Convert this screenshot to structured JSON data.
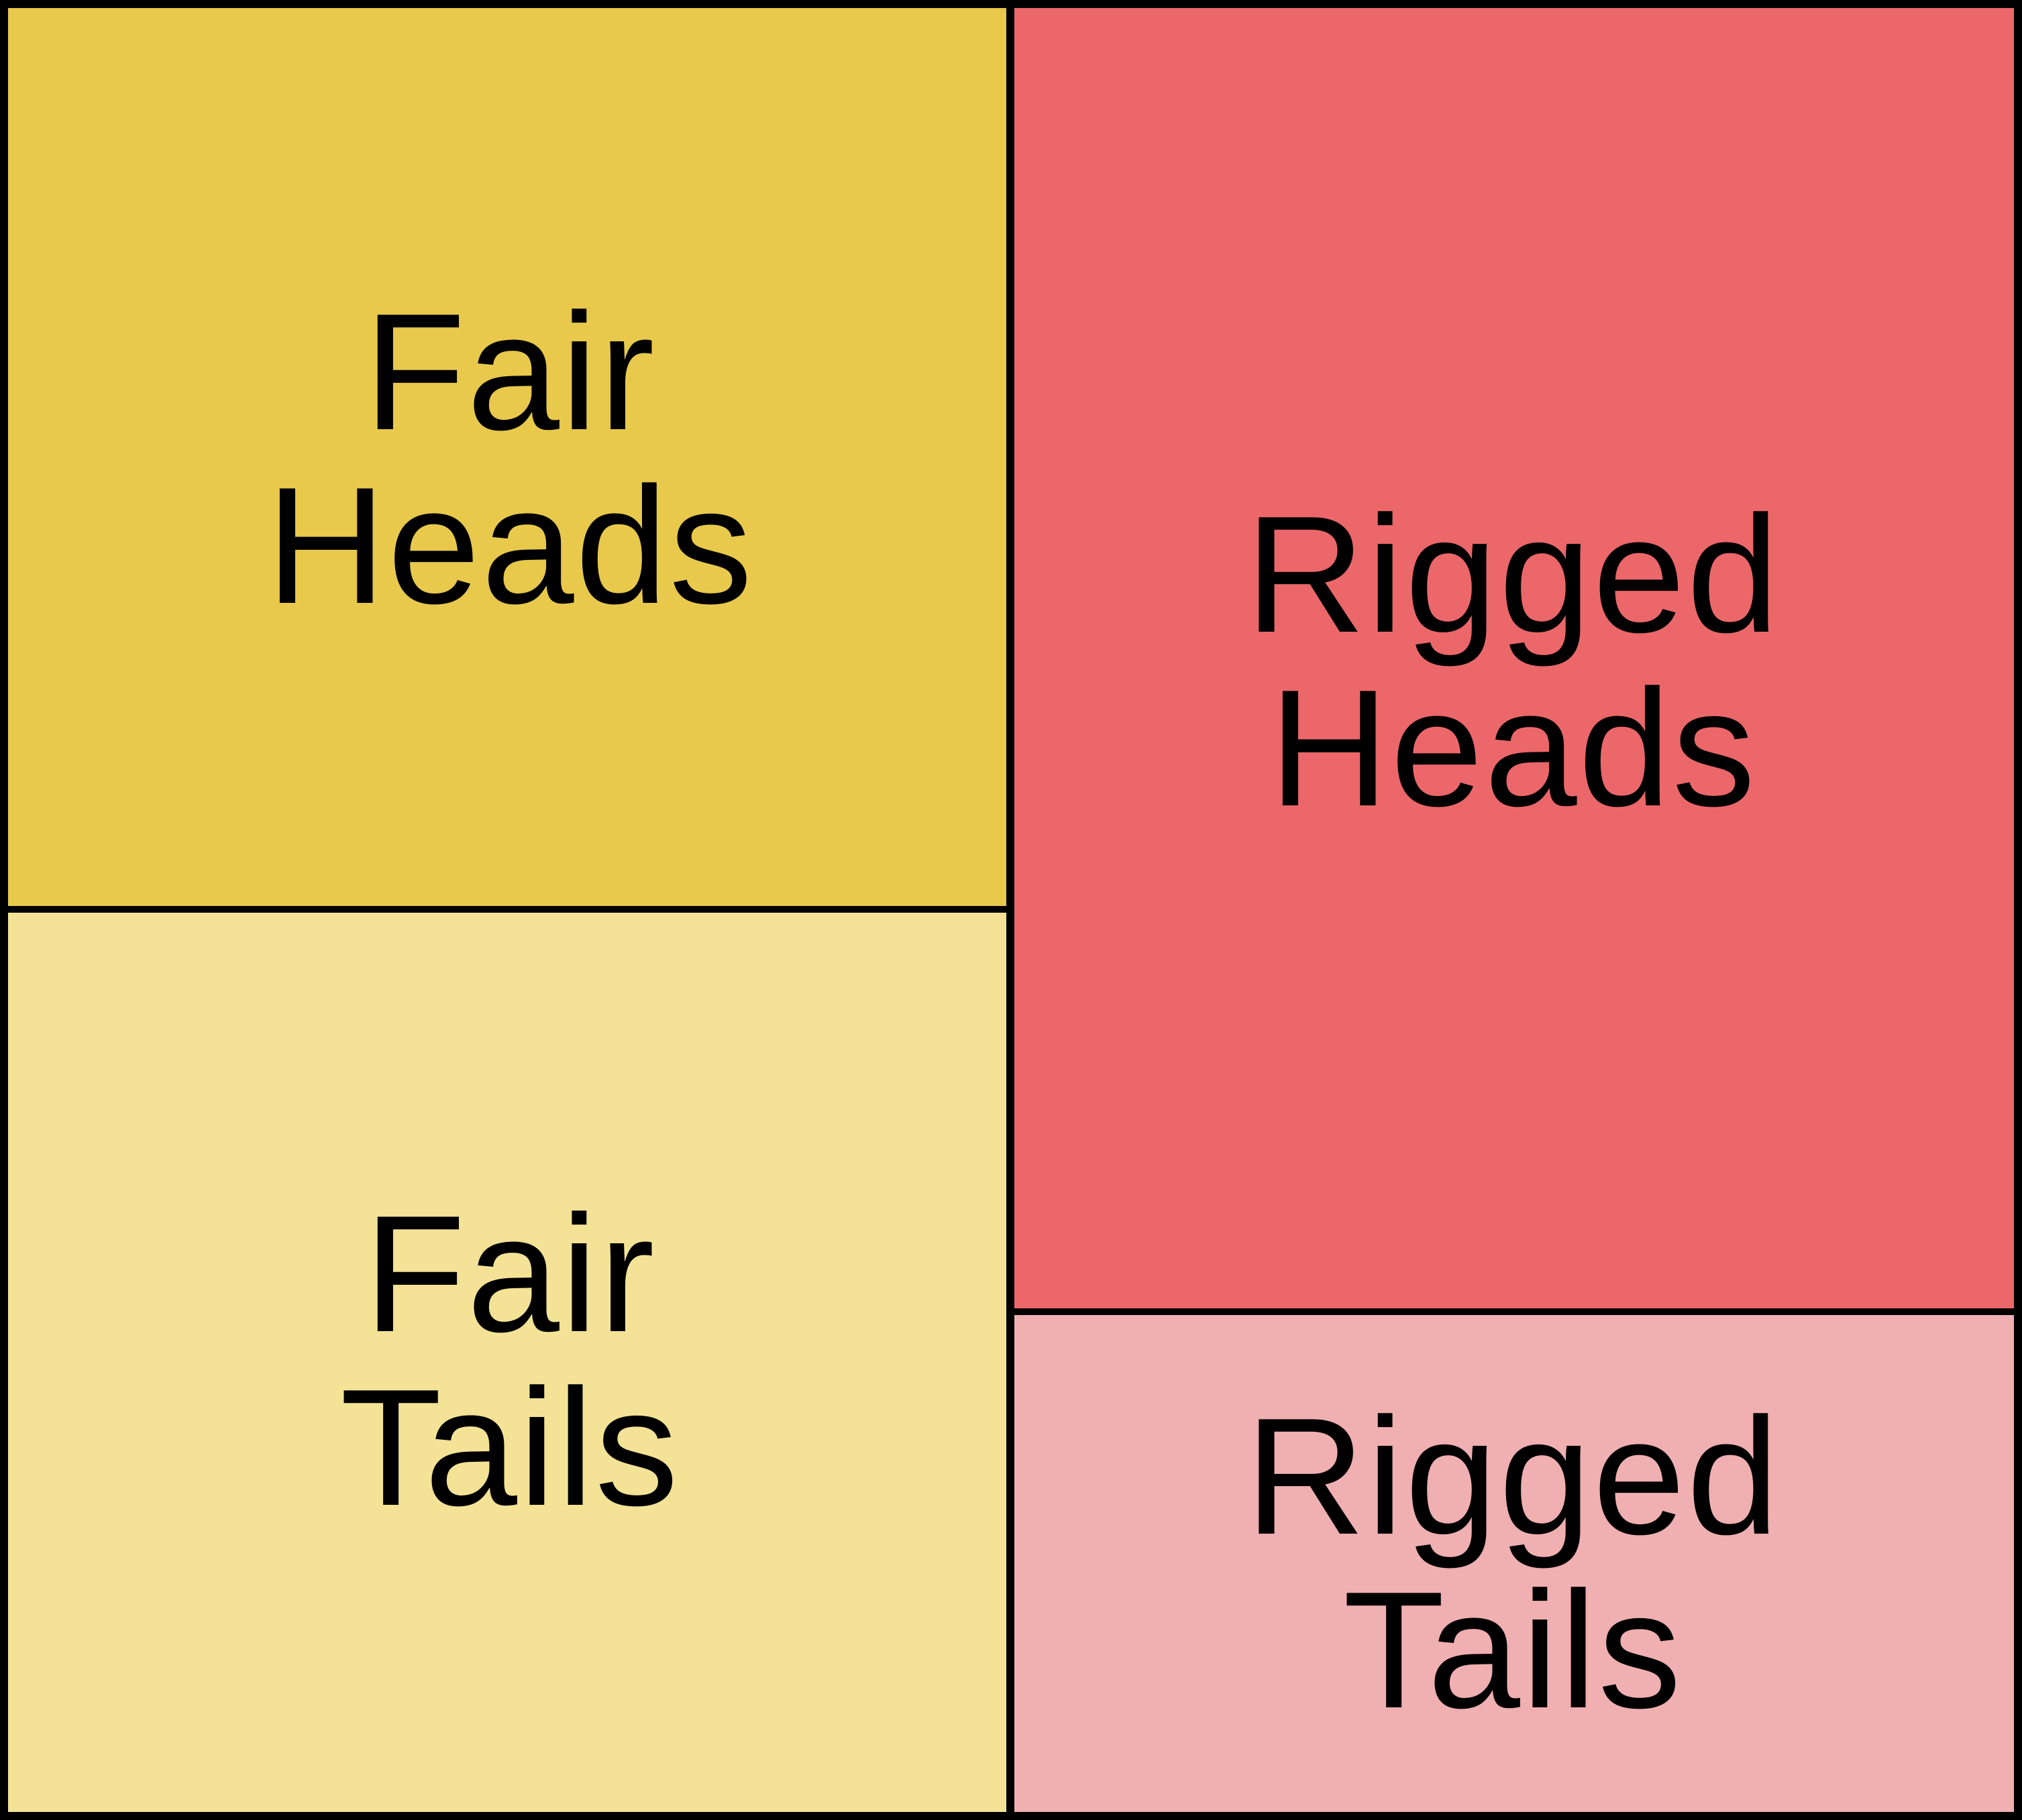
{
  "diagram": {
    "cells": [
      {
        "id": "fair-heads",
        "label": "Fair\nHeads",
        "color": "#E8C94C"
      },
      {
        "id": "fair-tails",
        "label": "Fair\nTails",
        "color": "#F4E396"
      },
      {
        "id": "rigged-heads",
        "label": "Rigged\nHeads",
        "color": "#EC6769"
      },
      {
        "id": "rigged-tails",
        "label": "Rigged\nTails",
        "color": "#F0AFB1"
      }
    ],
    "border_color": "#000000"
  }
}
